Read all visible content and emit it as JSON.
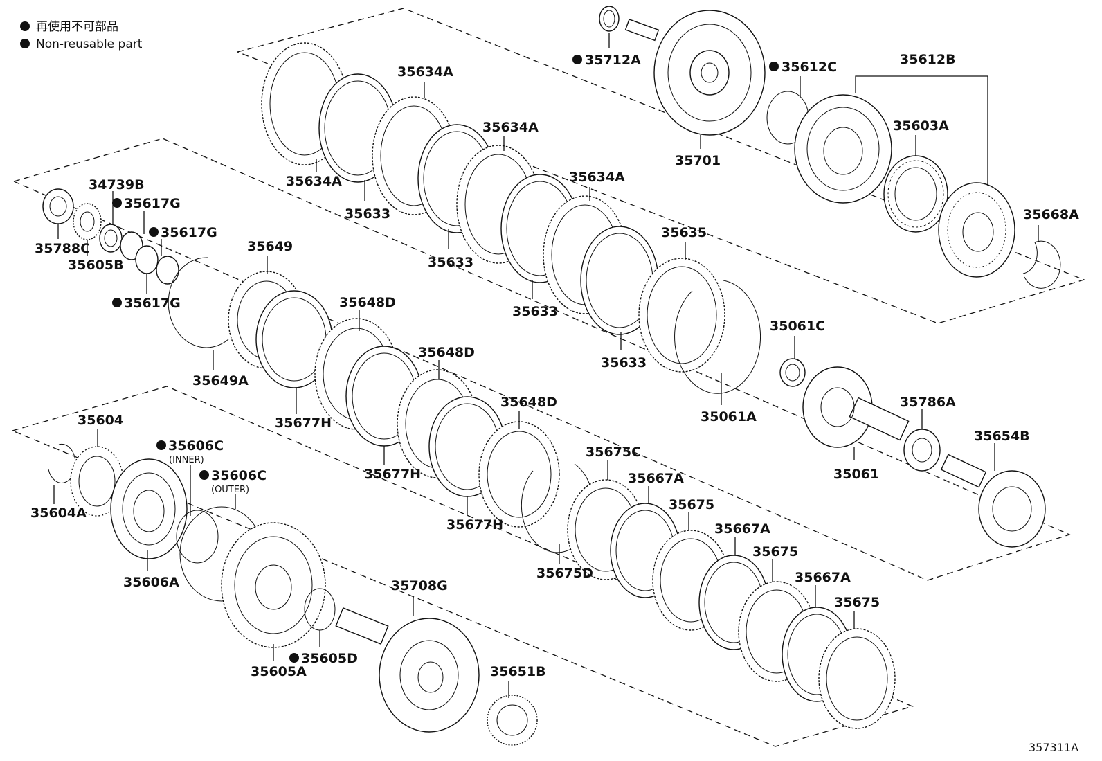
{
  "legend": {
    "line1": "再使用不可部品",
    "line2": "Non-reusable part"
  },
  "figure_id": "357311A",
  "labels": {
    "p35712A": "35712A",
    "p35701": "35701",
    "p35612C": "35612C",
    "p35612B": "35612B",
    "p35603A": "35603A",
    "p35668A": "35668A",
    "p35634A_1": "35634A",
    "p35634A_2": "35634A",
    "p35634A_3": "35634A",
    "p35634A_4": "35634A",
    "p35633_1": "35633",
    "p35633_2": "35633",
    "p35633_3": "35633",
    "p35633_4": "35633",
    "p35635": "35635",
    "p35061C": "35061C",
    "p35061A": "35061A",
    "p35061": "35061",
    "p35786A": "35786A",
    "p35654B": "35654B",
    "p34739B": "34739B",
    "p35617G_1": "35617G",
    "p35617G_2": "35617G",
    "p35617G_3": "35617G",
    "p35788C": "35788C",
    "p35605B": "35605B",
    "p35649": "35649",
    "p35649A": "35649A",
    "p35648D_1": "35648D",
    "p35648D_2": "35648D",
    "p35648D_3": "35648D",
    "p35677H_1": "35677H",
    "p35677H_2": "35677H",
    "p35677H_3": "35677H",
    "p35675C": "35675C",
    "p35675D": "35675D",
    "p35667A_1": "35667A",
    "p35667A_2": "35667A",
    "p35667A_3": "35667A",
    "p35675_1": "35675",
    "p35675_2": "35675",
    "p35675_3": "35675",
    "p35604": "35604",
    "p35604A": "35604A",
    "p35606C_1": "35606C",
    "p35606C_2": "35606C",
    "inner": "(INNER)",
    "outer": "(OUTER)",
    "p35606A": "35606A",
    "p35605A": "35605A",
    "p35605D": "35605D",
    "p35708G": "35708G",
    "p35651B": "35651B"
  }
}
